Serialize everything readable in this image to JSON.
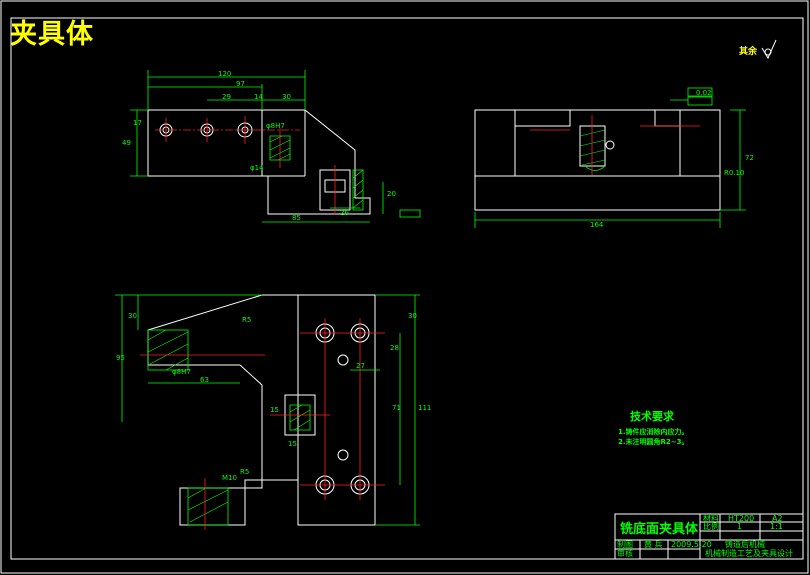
{
  "title": "夹具体",
  "roughness_note": "其余",
  "top_left_view": {
    "dims": [
      "120",
      "97",
      "29",
      "14",
      "30",
      "17",
      "49",
      "85",
      "26",
      "20",
      "φ14",
      "φ8H7"
    ]
  },
  "top_right_view": {
    "dims": [
      "164",
      "72",
      "R0.10"
    ],
    "tolerance_frame": "0.02"
  },
  "bottom_view": {
    "dims": [
      "30",
      "95",
      "63",
      "R5",
      "30",
      "28",
      "27",
      "71",
      "111",
      "15",
      "15",
      "R5",
      "φ8H7",
      "M10"
    ]
  },
  "tech_requirements": {
    "heading": "技术要求",
    "items": [
      "1.铸件应消除内应力。",
      "2.未注明圆角R2~3。"
    ]
  },
  "title_block": {
    "part_name": "铣底面夹具体",
    "material_label": "材料",
    "material_value": "HT200",
    "sheet_label": "A2",
    "scale_label": "比例",
    "qty": "1",
    "scale_value": "1:1",
    "designer_label": "制图",
    "designer_name": "黄  兵",
    "date": "2009.5.20",
    "check_label": "审核",
    "school": "铸造后机械",
    "subtitle": "机械制造工艺及夹具设计"
  }
}
